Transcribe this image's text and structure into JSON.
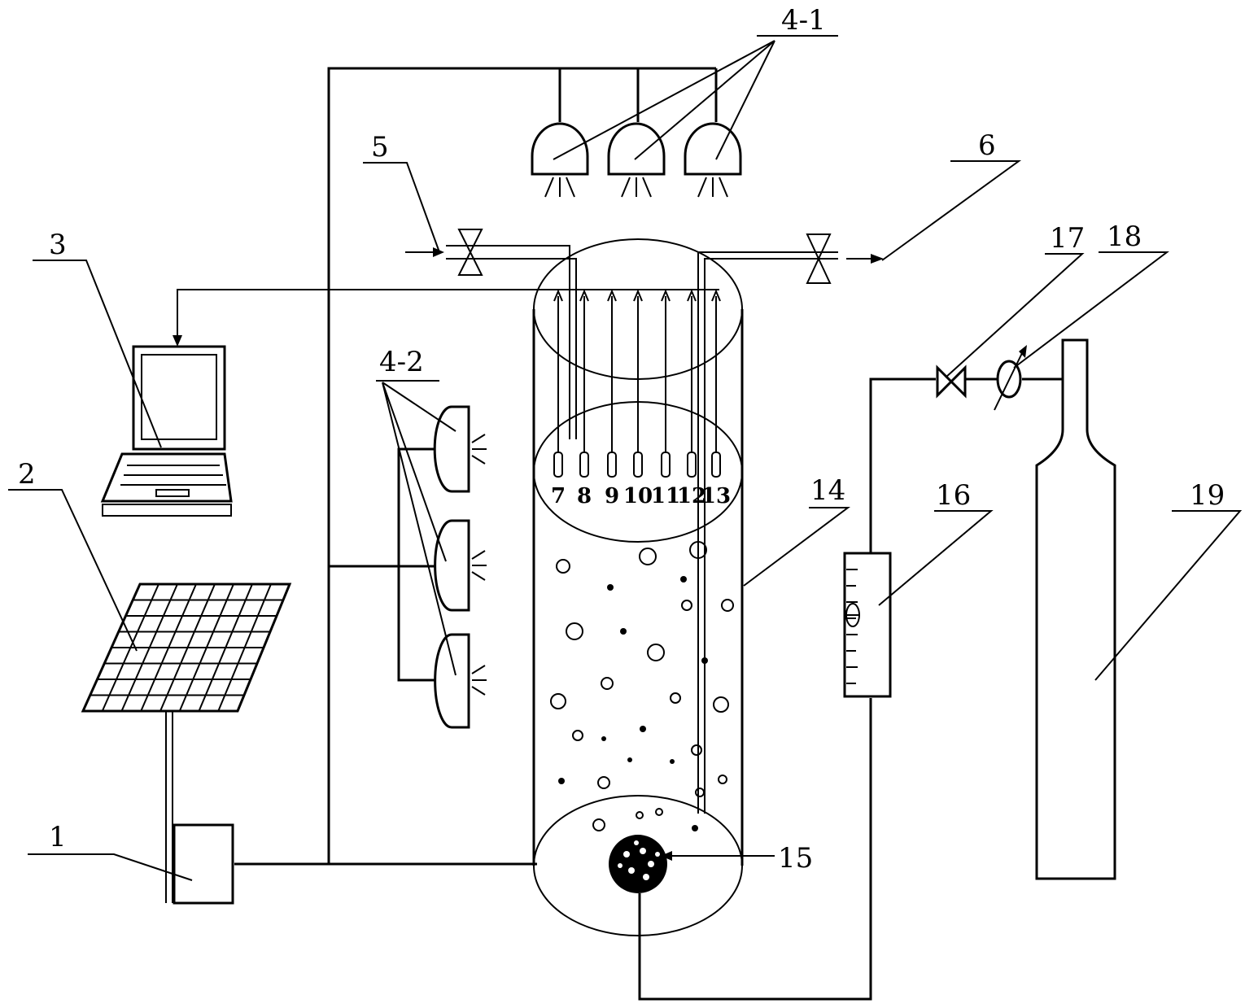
{
  "labels": {
    "controller": "1",
    "solar_panel": "2",
    "computer": "3",
    "top_lamps": "4-1",
    "side_lamps": "4-2",
    "inlet": "5",
    "outlet": "6",
    "reactor": "14",
    "aerator": "15",
    "flowmeter": "16",
    "valve": "17",
    "pressure_gauge": "18",
    "gas_cylinder": "19"
  },
  "sensors": [
    "7",
    "8",
    "9",
    "10",
    "11",
    "12",
    "13"
  ]
}
